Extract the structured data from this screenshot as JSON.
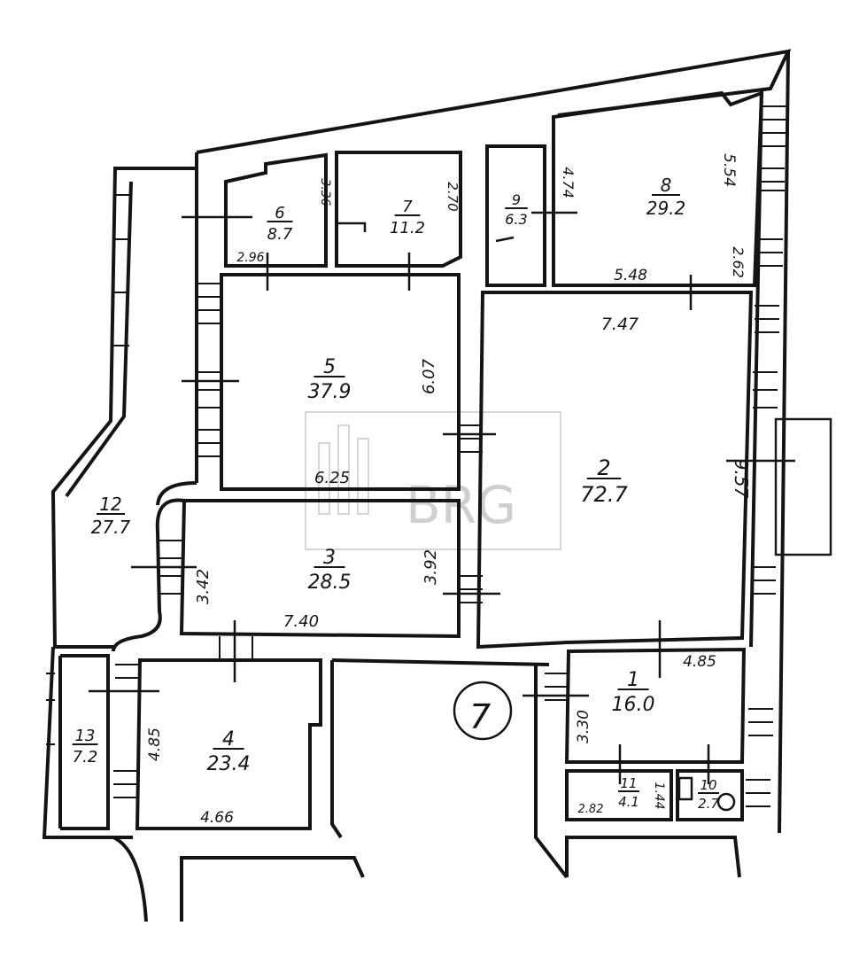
{
  "plan": {
    "rooms": [
      {
        "id": "1",
        "number": "1",
        "area": "16.0"
      },
      {
        "id": "2",
        "number": "2",
        "area": "72.7"
      },
      {
        "id": "3",
        "number": "3",
        "area": "28.5"
      },
      {
        "id": "4",
        "number": "4",
        "area": "23.4"
      },
      {
        "id": "5",
        "number": "5",
        "area": "37.9"
      },
      {
        "id": "6",
        "number": "6",
        "area": "8.7"
      },
      {
        "id": "7",
        "number": "7",
        "area": "11.2"
      },
      {
        "id": "8",
        "number": "8",
        "area": "29.2"
      },
      {
        "id": "9",
        "number": "9",
        "area": "6.3"
      },
      {
        "id": "10",
        "number": "10",
        "area": "2.7"
      },
      {
        "id": "11",
        "number": "11",
        "area": "4.1"
      },
      {
        "id": "12",
        "number": "12",
        "area": "27.7"
      },
      {
        "id": "13",
        "number": "13",
        "area": "7.2"
      }
    ],
    "dimensions": [
      "7.47",
      "9.57",
      "4.85",
      "3.30",
      "6.07",
      "6.25",
      "3.92",
      "7.40",
      "3.42",
      "4.85",
      "4.66",
      "2.96",
      "3.36",
      "2.70",
      "4.74",
      "5.54",
      "2.62",
      "5.48",
      "1.44",
      "2.82"
    ],
    "apartment_number": "7",
    "watermark": "BRG"
  }
}
